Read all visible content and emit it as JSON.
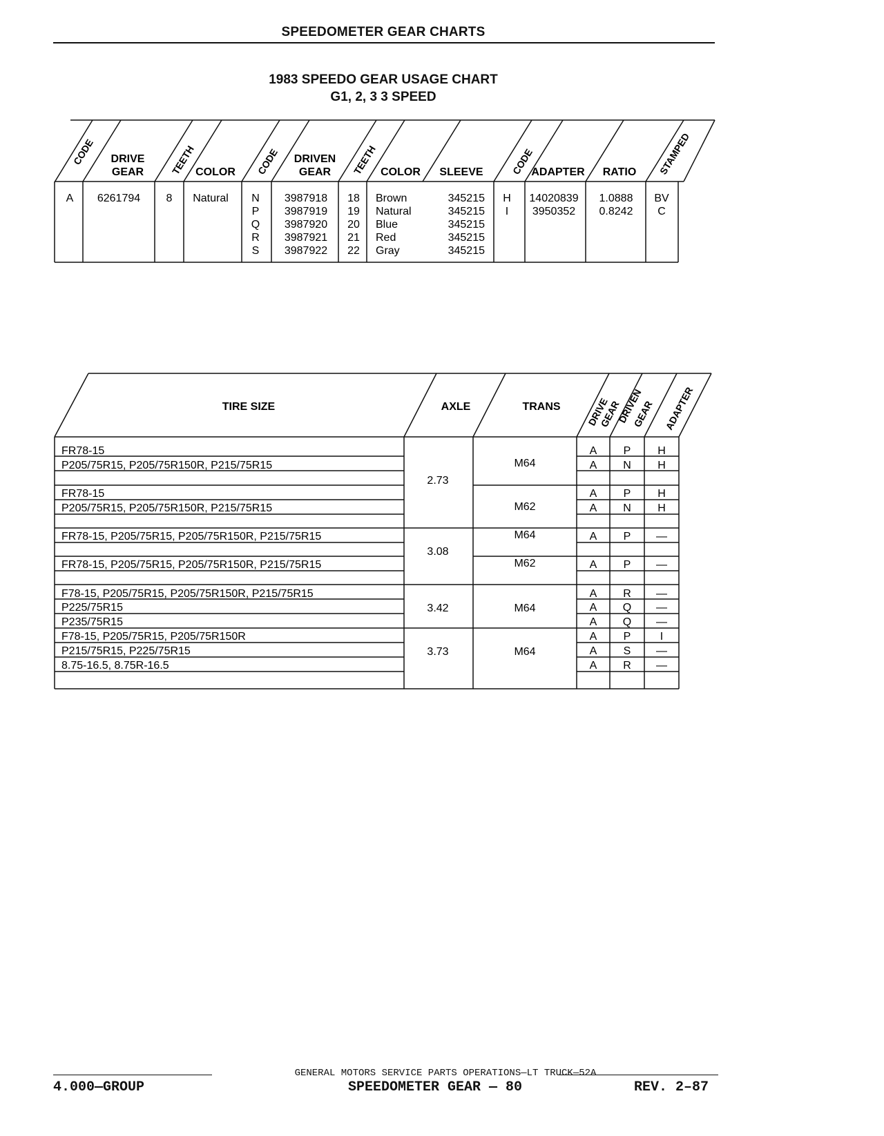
{
  "header": {
    "title": "SPEEDOMETER GEAR CHARTS"
  },
  "chart": {
    "title": "1983 SPEEDO GEAR USAGE CHART",
    "subtitle": "G1, 2, 3 3 SPEED"
  },
  "gear_table": {
    "headers": {
      "code1": "CODE",
      "drive": "DRIVE",
      "drive_gear": "GEAR",
      "teeth1": "TEETH",
      "color1": "COLOR",
      "code2": "CODE",
      "driven": "DRIVEN",
      "driven_gear": "GEAR",
      "teeth2": "TEETH",
      "color2": "COLOR",
      "sleeve": "SLEEVE",
      "code3": "CODE",
      "adapter": "ADAPTER",
      "ratio": "RATIO",
      "stamped": "STAMPED"
    },
    "drive": {
      "code": "A",
      "gear": "6261794",
      "teeth": "8",
      "color": "Natural"
    },
    "driven_rows": [
      {
        "code": "N",
        "gear": "3987918",
        "teeth": "18",
        "color": "Brown",
        "sleeve": "345215"
      },
      {
        "code": "P",
        "gear": "3987919",
        "teeth": "19",
        "color": "Natural",
        "sleeve": "345215"
      },
      {
        "code": "Q",
        "gear": "3987920",
        "teeth": "20",
        "color": "Blue",
        "sleeve": "345215"
      },
      {
        "code": "R",
        "gear": "3987921",
        "teeth": "21",
        "color": "Red",
        "sleeve": "345215"
      },
      {
        "code": "S",
        "gear": "3987922",
        "teeth": "22",
        "color": "Gray",
        "sleeve": "345215"
      }
    ],
    "adapter_rows": [
      {
        "code": "H",
        "adapter": "14020839",
        "ratio": "1.0888",
        "stamped": "BV"
      },
      {
        "code": "I",
        "adapter": "3950352",
        "ratio": "0.8242",
        "stamped": "C"
      }
    ]
  },
  "tire_table": {
    "headers": {
      "tire_size": "TIRE SIZE",
      "axle": "AXLE",
      "trans": "TRANS",
      "drive_gear_a": "DRIVE",
      "drive_gear_b": "GEAR",
      "driven_gear_a": "DRIVEN",
      "driven_gear_b": "GEAR",
      "adapter": "ADAPTER"
    },
    "rows": [
      {
        "tire": "FR78-15",
        "dg": "A",
        "dn": "P",
        "ad": "H"
      },
      {
        "tire": "P205/75R15, P205/75R150R, P215/75R15",
        "dg": "A",
        "dn": "N",
        "ad": "H"
      },
      {
        "tire": "",
        "dg": "",
        "dn": "",
        "ad": ""
      },
      {
        "tire": "FR78-15",
        "dg": "A",
        "dn": "P",
        "ad": "H"
      },
      {
        "tire": "P205/75R15, P205/75R150R, P215/75R15",
        "dg": "A",
        "dn": "N",
        "ad": "H"
      },
      {
        "tire": "",
        "dg": "",
        "dn": "",
        "ad": ""
      },
      {
        "tire": "FR78-15, P205/75R15, P205/75R150R, P215/75R15",
        "dg": "A",
        "dn": "P",
        "ad": "—"
      },
      {
        "tire": "",
        "dg": "",
        "dn": "",
        "ad": ""
      },
      {
        "tire": "FR78-15, P205/75R15, P205/75R150R, P215/75R15",
        "dg": "A",
        "dn": "P",
        "ad": "—"
      },
      {
        "tire": "",
        "dg": "",
        "dn": "",
        "ad": ""
      },
      {
        "tire": "F78-15, P205/75R15, P205/75R150R, P215/75R15",
        "dg": "A",
        "dn": "R",
        "ad": "—"
      },
      {
        "tire": "P225/75R15",
        "dg": "A",
        "dn": "Q",
        "ad": "—"
      },
      {
        "tire": "P235/75R15",
        "dg": "A",
        "dn": "Q",
        "ad": "—"
      },
      {
        "tire": "F78-15, P205/75R15, P205/75R150R",
        "dg": "A",
        "dn": "P",
        "ad": "I"
      },
      {
        "tire": "P215/75R15, P225/75R15",
        "dg": "A",
        "dn": "S",
        "ad": "—"
      },
      {
        "tire": "8.75-16.5, 8.75R-16.5",
        "dg": "A",
        "dn": "R",
        "ad": "—"
      },
      {
        "tire": "",
        "dg": "",
        "dn": "",
        "ad": ""
      }
    ],
    "axles": [
      "2.73",
      "3.08",
      "3.42",
      "3.73"
    ],
    "trans": [
      "M64",
      "M62",
      "M64",
      "M62",
      "M64",
      "M64"
    ]
  },
  "footer": {
    "line": "GENERAL MOTORS SERVICE PARTS OPERATIONS—LT TRUCK—52A",
    "left": "4.000—GROUP",
    "center": "SPEEDOMETER GEAR — 80",
    "right": "REV. 2–87"
  }
}
